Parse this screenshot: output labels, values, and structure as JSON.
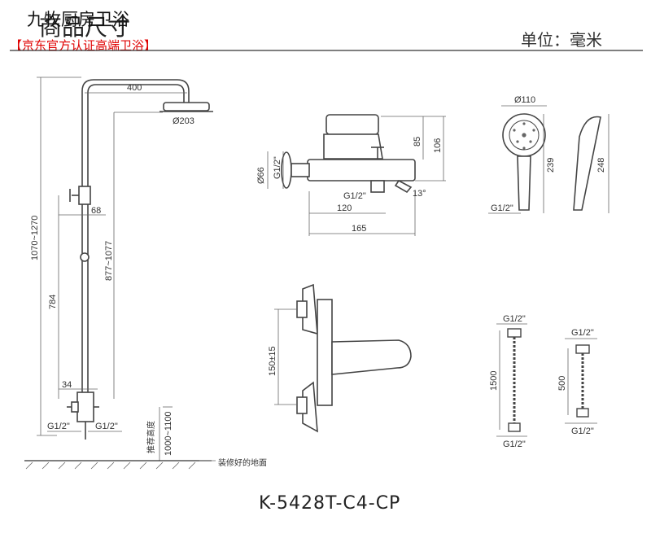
{
  "header": {
    "title": "商品尺寸",
    "brand": "九牧厨房卫浴",
    "store": "【京东官方认证高端卫浴】",
    "unit": "单位：毫米"
  },
  "model": "K-5428T-C4-CP",
  "shower_column": {
    "top_width": "400",
    "head_diameter": "Ø203",
    "total_height": "1070~1270",
    "arm_height": "877~1077",
    "riser_height": "784",
    "wall_offset": "68",
    "bottom_offset": "34",
    "inlet_left": "G1/2\"",
    "inlet_right": "G1/2\"",
    "recommended_label": "推荐高度",
    "recommended_height": "1000~1100",
    "floor_label": "装修好的地面"
  },
  "mixer_side": {
    "diameter": "Ø66",
    "inlet": "G1/2\"",
    "height_85": "85",
    "height_106": "106",
    "thread": "G1/2\"",
    "len_120": "120",
    "len_165": "165",
    "angle": "13°"
  },
  "mixer_front": {
    "spacing": "150±15"
  },
  "hand_shower": {
    "diameter": "Ø110",
    "length": "239",
    "side_length": "248",
    "thread": "G1/2\""
  },
  "hose_long": {
    "thread_top": "G1/2\"",
    "length": "1500",
    "thread_bottom": "G1/2\""
  },
  "hose_short": {
    "thread_top": "G1/2\"",
    "length": "500",
    "thread_bottom": "G1/2\""
  }
}
